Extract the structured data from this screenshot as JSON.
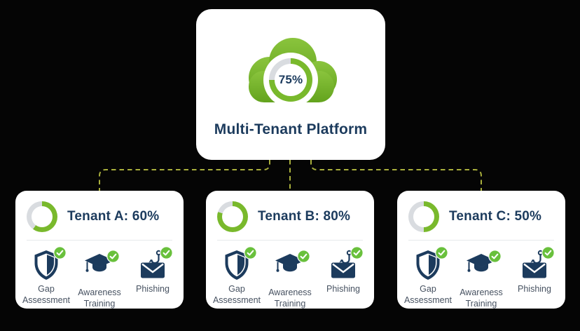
{
  "colors": {
    "bg": "#050505",
    "card": "#ffffff",
    "navy": "#1c3b5d",
    "label": "#475261",
    "ring_green": "#79b92c",
    "ring_track": "#d9dce0",
    "check_green": "#69c03c",
    "connector": "#a9af3c",
    "cloud_top": "#8ac43d",
    "cloud_bottom": "#63a31d"
  },
  "platform": {
    "title": "Multi-Tenant Platform",
    "percent": 75,
    "percent_label": "75%"
  },
  "tenants": [
    {
      "title": "Tenant A: 60%",
      "percent": 60,
      "services": [
        {
          "label": "Gap Assessment",
          "icon": "shield"
        },
        {
          "label": "Awareness Training",
          "icon": "graduation-cap"
        },
        {
          "label": "Phishing",
          "icon": "phishing-hook"
        }
      ]
    },
    {
      "title": "Tenant B: 80%",
      "percent": 80,
      "services": [
        {
          "label": "Gap Assessment",
          "icon": "shield"
        },
        {
          "label": "Awareness Training",
          "icon": "graduation-cap"
        },
        {
          "label": "Phishing",
          "icon": "phishing-hook"
        }
      ]
    },
    {
      "title": "Tenant C: 50%",
      "percent": 50,
      "services": [
        {
          "label": "Gap Assessment",
          "icon": "shield"
        },
        {
          "label": "Awareness Training",
          "icon": "graduation-cap"
        },
        {
          "label": "Phishing",
          "icon": "phishing-hook"
        }
      ]
    }
  ],
  "connectors": {
    "style": "dashed",
    "color": "#a9af3c"
  }
}
